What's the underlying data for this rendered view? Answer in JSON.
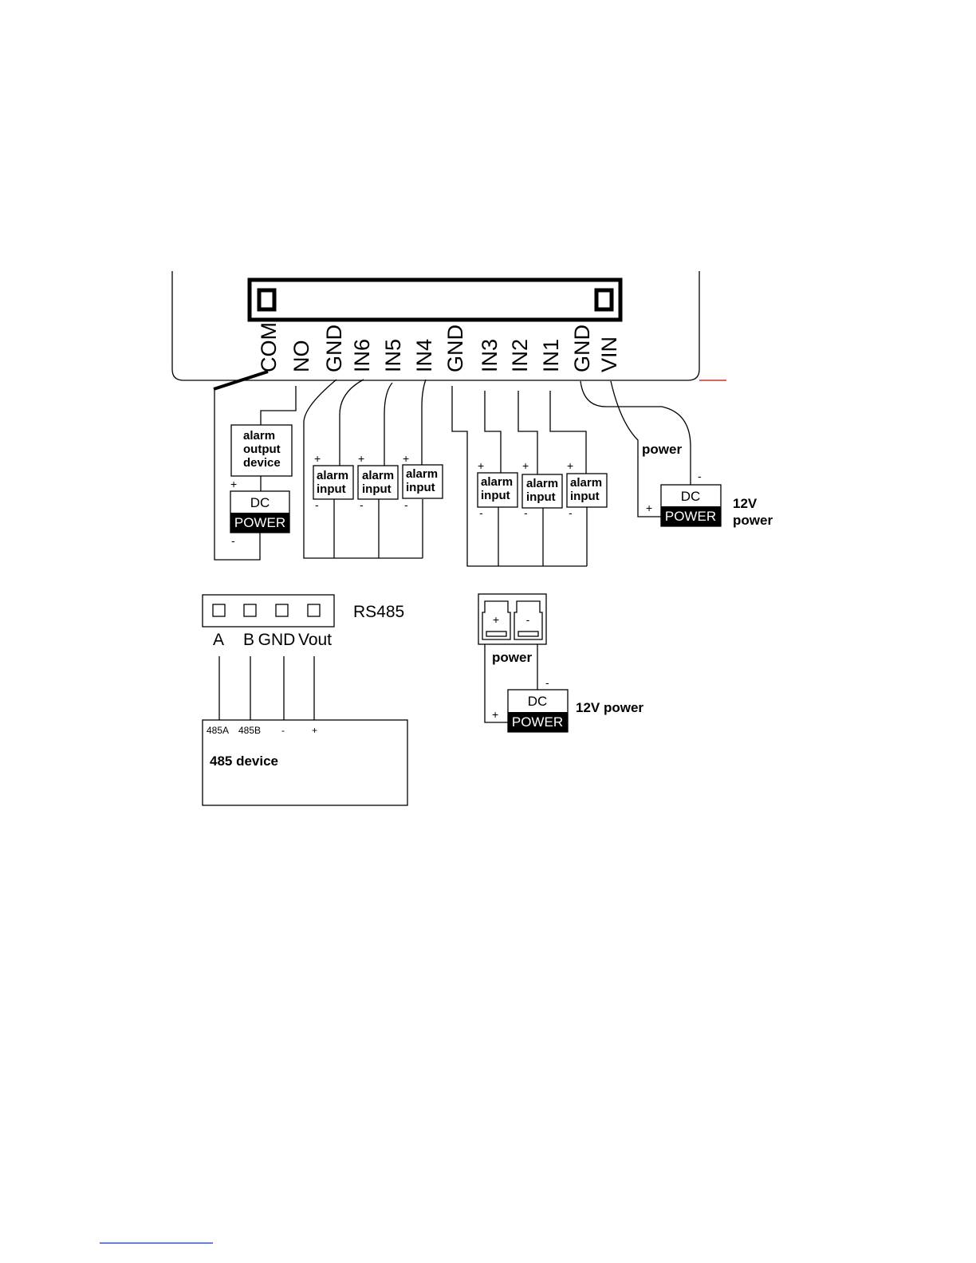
{
  "header_pins": [
    "COM",
    "NO",
    "GND",
    "IN6",
    "IN5",
    "IN4",
    "GND",
    "IN3",
    "IN2",
    "IN1",
    "GND",
    "VIN"
  ],
  "alarm_output": {
    "line1": "alarm",
    "line2": "output",
    "line3": "device"
  },
  "alarm_input": {
    "line1": "alarm",
    "line2": "input"
  },
  "signs": {
    "plus": "+",
    "minus": "-"
  },
  "dc_power": {
    "dc": "DC",
    "power": "POWER"
  },
  "power_label": "power",
  "label_12v": "12V",
  "label_12v_power": "12V power",
  "rs485": {
    "title": "RS485",
    "terminals": [
      "A",
      "B",
      "GND",
      "Vout"
    ],
    "device_pins": [
      "485A",
      "485B",
      "-",
      "+"
    ],
    "device_label": "485 device"
  },
  "connector_signs": [
    "+",
    "-"
  ],
  "colors": {
    "ink": "#000000",
    "accent_line": "#d0302a",
    "footnote_line": "#3355cc"
  }
}
